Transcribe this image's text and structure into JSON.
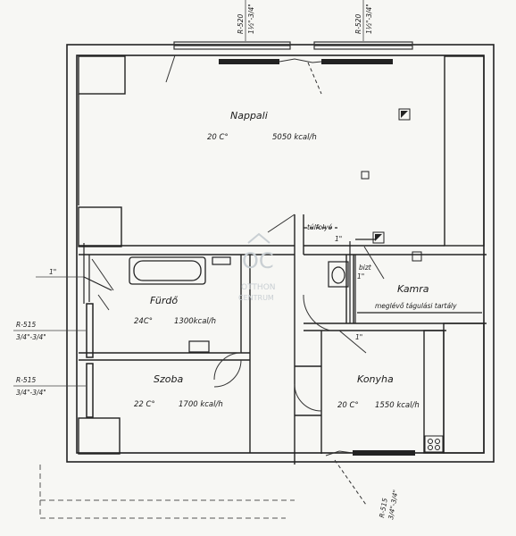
{
  "rooms": {
    "nappali": {
      "name": "Nappali",
      "temp": "20 C°",
      "power": "5050 kcal/h"
    },
    "furdo": {
      "name": "Fürdő",
      "temp": "24C°",
      "power": "1300kcal/h"
    },
    "szoba": {
      "name": "Szoba",
      "temp": "22 C°",
      "power": "1700 kcal/h"
    },
    "kamra": {
      "name": "Kamra",
      "note": "meglévő tágulási tartály"
    },
    "konyha": {
      "name": "Konyha",
      "temp": "20 C°",
      "power": "1550 kcal/h"
    }
  },
  "radiators": {
    "r520_left": {
      "type": "R-520",
      "size": "1½\"-3/4\""
    },
    "r520_right": {
      "type": "R-520",
      "size": "1½\"-3/4\""
    },
    "r515_upper": {
      "type": "R-515",
      "size": "3/4\"-3/4\""
    },
    "r515_lower": {
      "type": "R-515",
      "size": "3/4\"-3/4\""
    },
    "r515_bottom": {
      "type": "R-515",
      "size": "3/4\"-3/4\""
    }
  },
  "pipe_labels": {
    "tulfolyo": "túlfolyó",
    "tulfolyo_size": "1\"",
    "bizt": "bizt",
    "bizt_size": "1\"",
    "left_size": "1\"",
    "left_size_2": "1\""
  },
  "watermark": {
    "logo": "OC",
    "line1": "OTTHON",
    "line2": "CENTRUM"
  }
}
